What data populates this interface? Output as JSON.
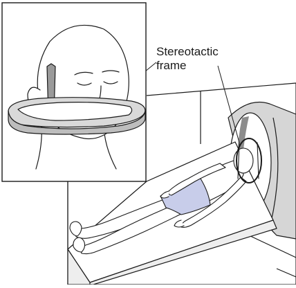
{
  "callout": {
    "line1": "Stereotactic",
    "line2": "frame"
  },
  "colors": {
    "ink": "#1a1a1a",
    "skin": "#ffffff",
    "frame_ring": "#d9d9d9",
    "frame_ring_dark": "#9a9a9a",
    "underwear": "#c8cdea",
    "scanner_shade": "#cfcfcf",
    "scanner_bore_dark": "#8c8c8c",
    "table_shade": "#eeeeee"
  },
  "icons": {
    "inset": "head-with-stereotactic-frame",
    "scene": "patient-on-mri-table"
  }
}
